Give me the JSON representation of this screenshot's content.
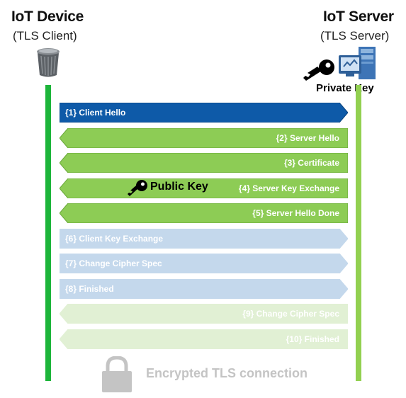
{
  "client": {
    "title": "IoT Device",
    "subtitle": "(TLS Client)",
    "icon": "trash-can-icon"
  },
  "server": {
    "title": "IoT Server",
    "subtitle": "(TLS Server)",
    "icon": "server-icon",
    "key_label": "Private Key"
  },
  "public_key_label": "Public Key",
  "colors": {
    "client_line": "#1db53a",
    "server_line": "#92d050",
    "dark_blue": "#0e5aa8",
    "green": "#8dcc55",
    "light_blue": "#c4d8ec",
    "light_green": "#e1f0d4"
  },
  "messages": [
    {
      "label": "{1} Client Hello",
      "direction": "right",
      "style": "dark_blue"
    },
    {
      "label": "{2} Server Hello",
      "direction": "left",
      "style": "green"
    },
    {
      "label": "{3} Certificate",
      "direction": "left",
      "style": "green"
    },
    {
      "label": "{4} Server Key Exchange",
      "direction": "left",
      "style": "green"
    },
    {
      "label": "{5} Server Hello Done",
      "direction": "left",
      "style": "green"
    },
    {
      "label": "{6} Client Key Exchange",
      "direction": "right",
      "style": "light_blue"
    },
    {
      "label": "{7} Change Cipher Spec",
      "direction": "right",
      "style": "light_blue"
    },
    {
      "label": "{8} Finished",
      "direction": "right",
      "style": "light_blue"
    },
    {
      "label": "{9} Change Cipher Spec",
      "direction": "left",
      "style": "light_green"
    },
    {
      "label": "{10} Finished",
      "direction": "left",
      "style": "light_green"
    }
  ],
  "footer": {
    "label": "Encrypted TLS connection",
    "icon": "lock-icon"
  }
}
